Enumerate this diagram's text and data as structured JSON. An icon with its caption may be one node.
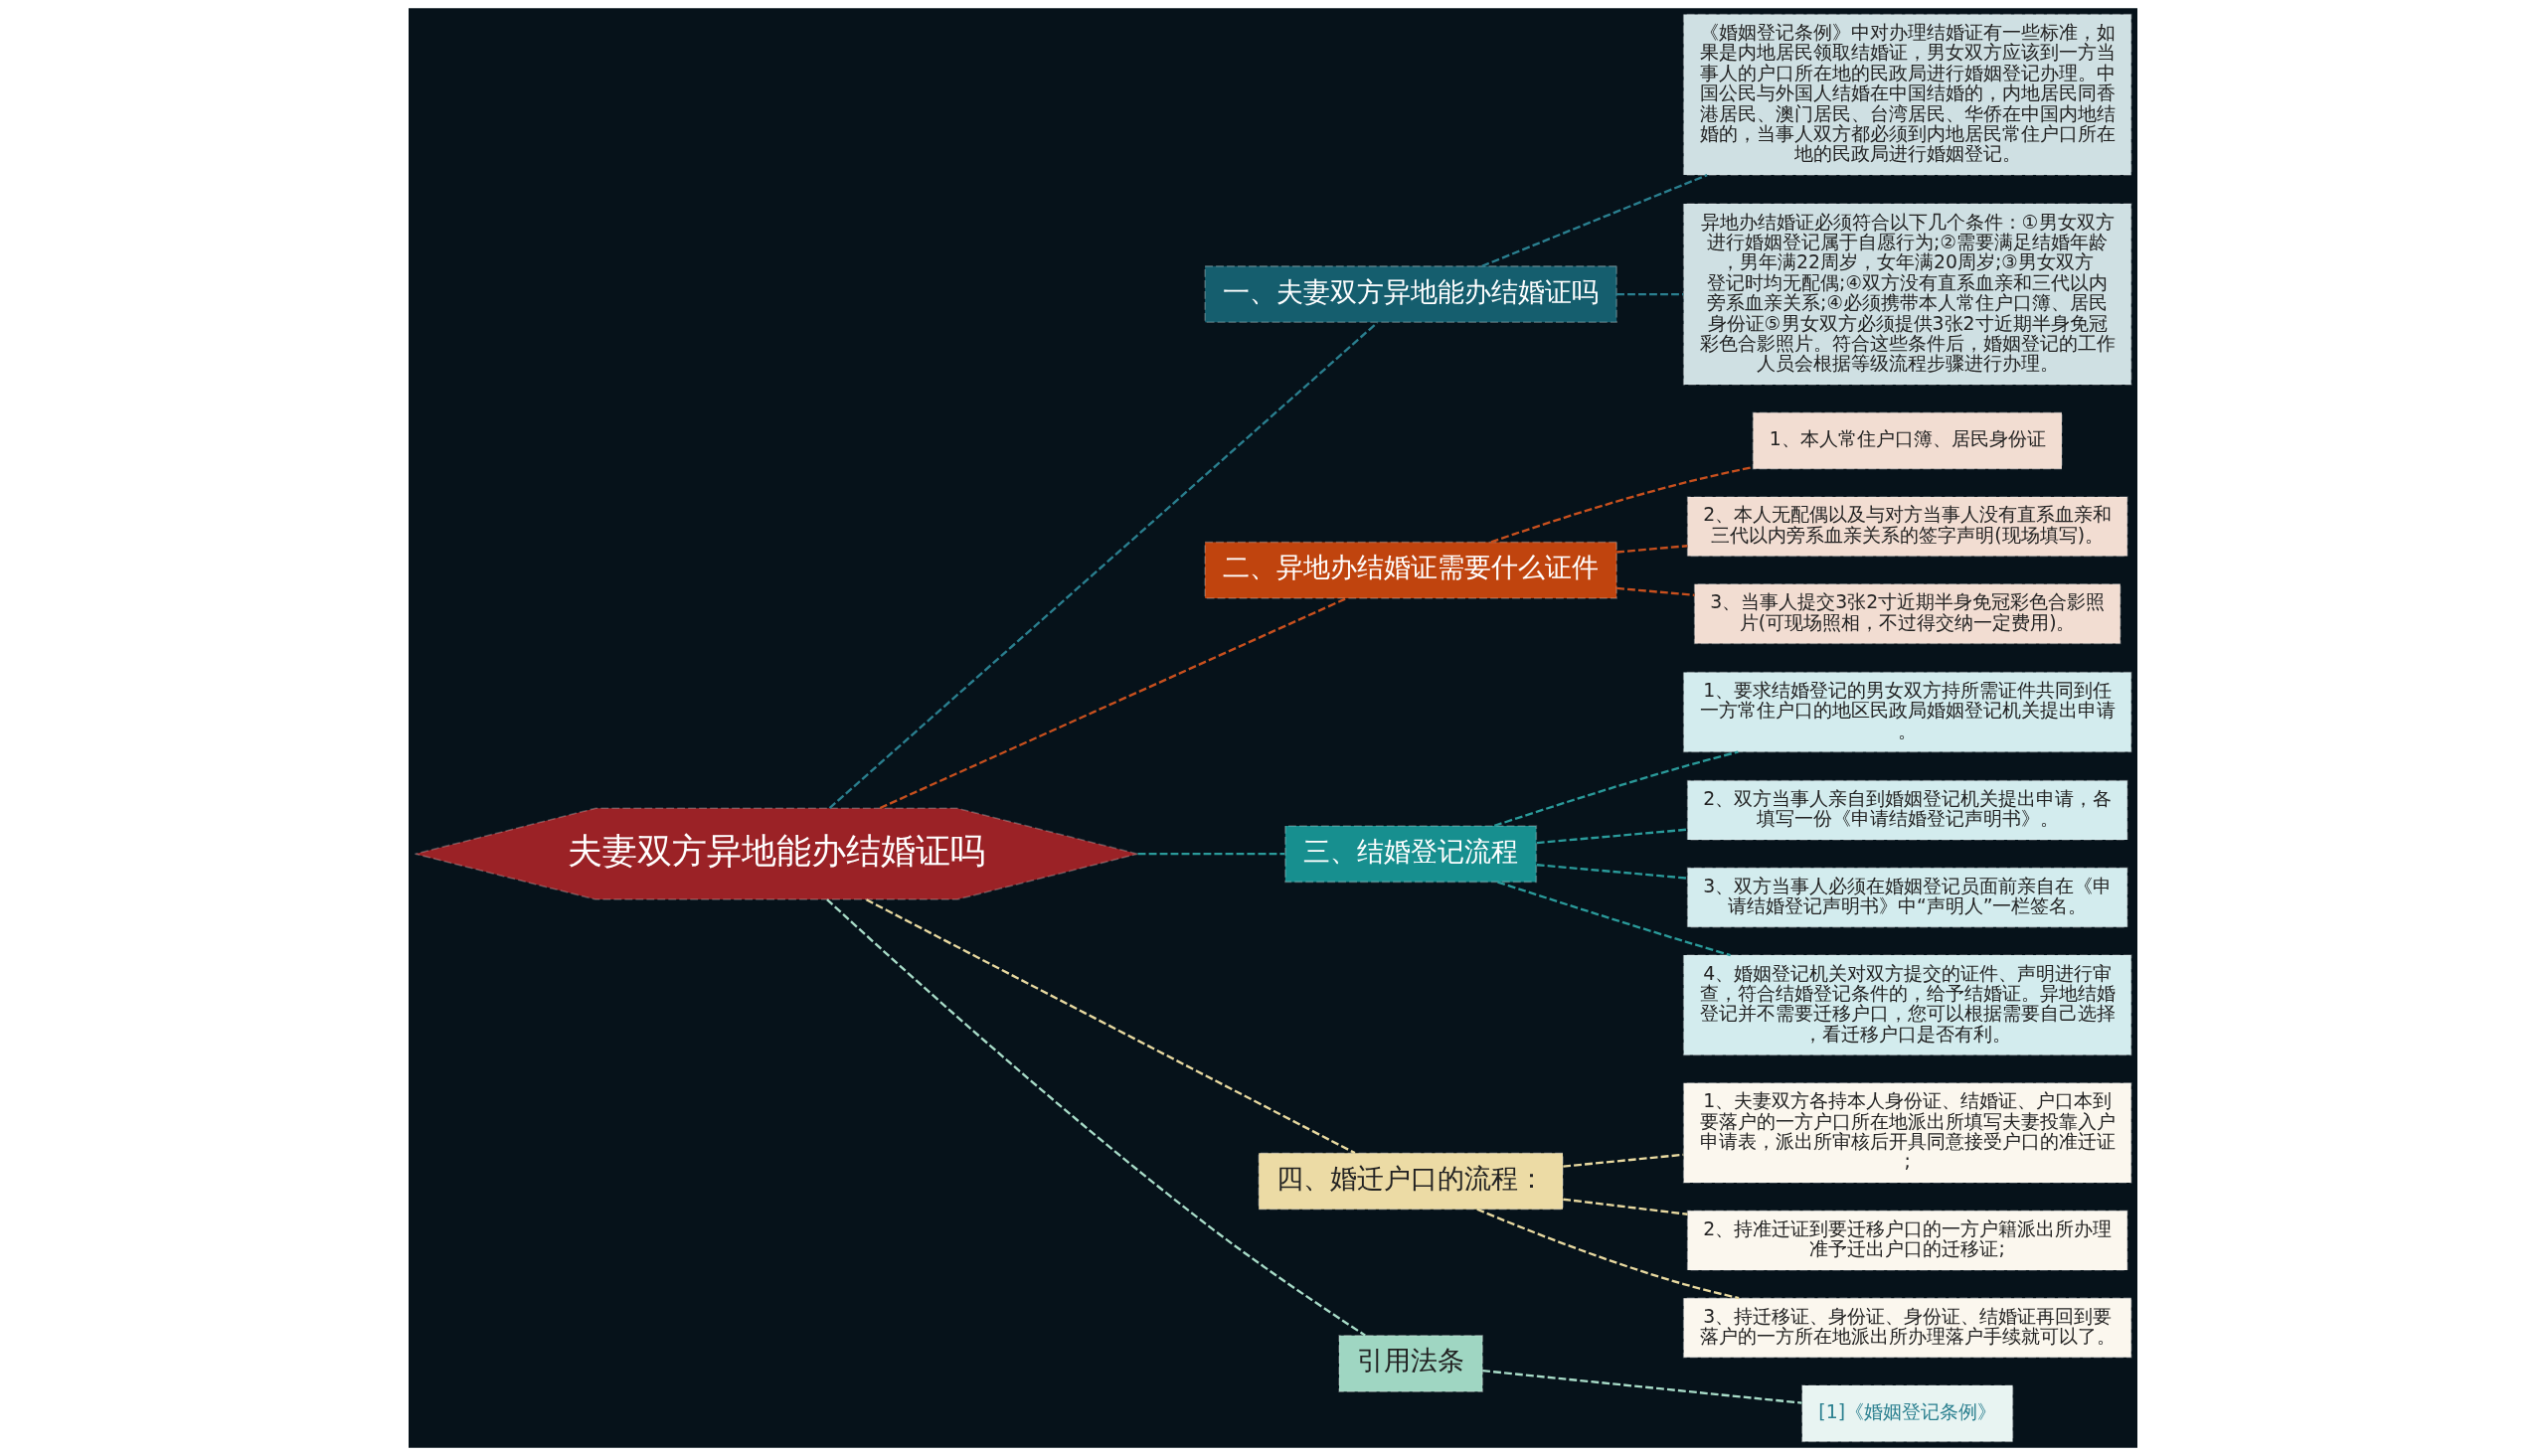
{
  "diagram": {
    "nodes": [
      {
        "text": [
          "夫妻双方异地能办结婚证吗"
        ]
      },
      {
        "text": [
          "一、夫妻双方异地能办结婚证吗"
        ]
      },
      {
        "text": [
          "《婚姻登记条例》中对办理结婚证有一些标准，如果是内地居民领取结婚证，男女双方应该到一方当事人的户口所在地的民政局进行婚姻登记办理。中国公民与外国人结婚在中国结婚的，内地居民同香港居民、澳门居民、台湾居民、华侨在中国内地结婚的，当事人双方都必须到内地居民常住户口所在地的民政局进行婚姻登记。"
        ]
      },
      {
        "text": [
          "异地办结婚证必须符合以下几个条件：①男女双方进行婚姻登记属于自愿行为;②需要满足结婚年龄，男年满22周岁，女年满20周岁;③男女双方登记时均无配偶;④双方没有直系血亲和三代以内旁系血亲关系;④必须携带本人常住户口簿、居民身份证⑤男女双方必须提供3张2寸近期半身免冠彩色合影照片。符合这些条件后，婚姻登记的工作人员会根据等级流程步骤进行办理。"
        ]
      },
      {
        "text": [
          "二、异地办结婚证需要什么证件"
        ]
      },
      {
        "text": [
          "1、本人常住户口簿、居民身份证"
        ]
      },
      {
        "text": [
          "2、本人无配偶以及与对方当事人没有直系血亲和三代以内旁系血亲关系的签字声明(现场填写)。"
        ]
      },
      {
        "text": [
          "3、当事人提交3张2寸近期半身免冠彩色合影照片(可现场照相，不过得交纳一定费用)。"
        ]
      },
      {
        "text": [
          "三、结婚登记流程"
        ]
      },
      {
        "text": [
          "1、要求结婚登记的男女双方持所需证件共同到任一方常住户口的地区民政局婚姻登记机关提出申请。"
        ]
      },
      {
        "text": [
          "2、双方当事人亲自到婚姻登记机关提出申请，各填写一份《申请结婚登记声明书》。"
        ]
      },
      {
        "text": [
          "3、双方当事人必须在婚姻登记员面前亲自在《申请结婚登记声明书》中“声明人”一栏签名。"
        ]
      },
      {
        "text": [
          "4、婚姻登记机关对双方提交的证件、声明进行审查，符合结婚登记条件的，给予结婚证。异地结婚登记并不需要迁移户口，您可以根据需要自己选择，看迁移户口是否有利。"
        ]
      },
      {
        "text": [
          "四、婚迁户口的流程："
        ]
      },
      {
        "text": [
          "1、夫妻双方各持本人身份证、结婚证、户口本到要落户的一方户口所在地派出所填写夫妻投靠入户申请表，派出所审核后开具同意接受户口的准迁证;"
        ]
      },
      {
        "text": [
          "2、持准迁证到要迁移户口的一方户籍派出所办理准予迁出户口的迁移证;"
        ]
      },
      {
        "text": [
          "3、持迁移证、身份证、身份证、结婚证再回到要落户的一方所在地派出所办理落户手续就可以了。"
        ]
      },
      {
        "text": [
          "引用法条"
        ]
      },
      {
        "text": [
          "[1]《婚姻登记条例》"
        ]
      }
    ],
    "edges": [
      {
        "from": 0,
        "to": 1,
        "arrow": "none",
        "style": "dashed",
        "color": "#2a7f8f"
      },
      {
        "from": 1,
        "to": 2,
        "arrow": "none",
        "style": "dashed",
        "color": "#2a7f8f"
      },
      {
        "from": 1,
        "to": 3,
        "arrow": "none",
        "style": "dashed",
        "color": "#2a7f8f"
      },
      {
        "from": 0,
        "to": 4,
        "arrow": "none",
        "style": "dashed",
        "color": "#c8501e"
      },
      {
        "from": 4,
        "to": 5,
        "arrow": "none",
        "style": "dashed",
        "color": "#c8501e"
      },
      {
        "from": 4,
        "to": 6,
        "arrow": "none",
        "style": "dashed",
        "color": "#c8501e"
      },
      {
        "from": 4,
        "to": 7,
        "arrow": "none",
        "style": "dashed",
        "color": "#c8501e"
      },
      {
        "from": 0,
        "to": 8,
        "arrow": "none",
        "style": "dashed",
        "color": "#2a9a9a"
      },
      {
        "from": 8,
        "to": 9,
        "arrow": "none",
        "style": "dashed",
        "color": "#2a9a9a"
      },
      {
        "from": 8,
        "to": 10,
        "arrow": "none",
        "style": "dashed",
        "color": "#2a9a9a"
      },
      {
        "from": 8,
        "to": 11,
        "arrow": "none",
        "style": "dashed",
        "color": "#2a9a9a"
      },
      {
        "from": 8,
        "to": 12,
        "arrow": "none",
        "style": "dashed",
        "color": "#2a9a9a"
      },
      {
        "from": 0,
        "to": 13,
        "arrow": "none",
        "style": "dashed",
        "color": "#e8d9a0"
      },
      {
        "from": 13,
        "to": 14,
        "arrow": "none",
        "style": "dashed",
        "color": "#e8d9a0"
      },
      {
        "from": 13,
        "to": 15,
        "arrow": "none",
        "style": "dashed",
        "color": "#e8d9a0"
      },
      {
        "from": 13,
        "to": 16,
        "arrow": "none",
        "style": "dashed",
        "color": "#e8d9a0"
      },
      {
        "from": 0,
        "to": 17,
        "arrow": "none",
        "style": "dashed",
        "color": "#a8dcc8"
      },
      {
        "from": 17,
        "to": 18,
        "arrow": "none",
        "style": "dashed",
        "color": "#a8dcc8"
      }
    ]
  }
}
